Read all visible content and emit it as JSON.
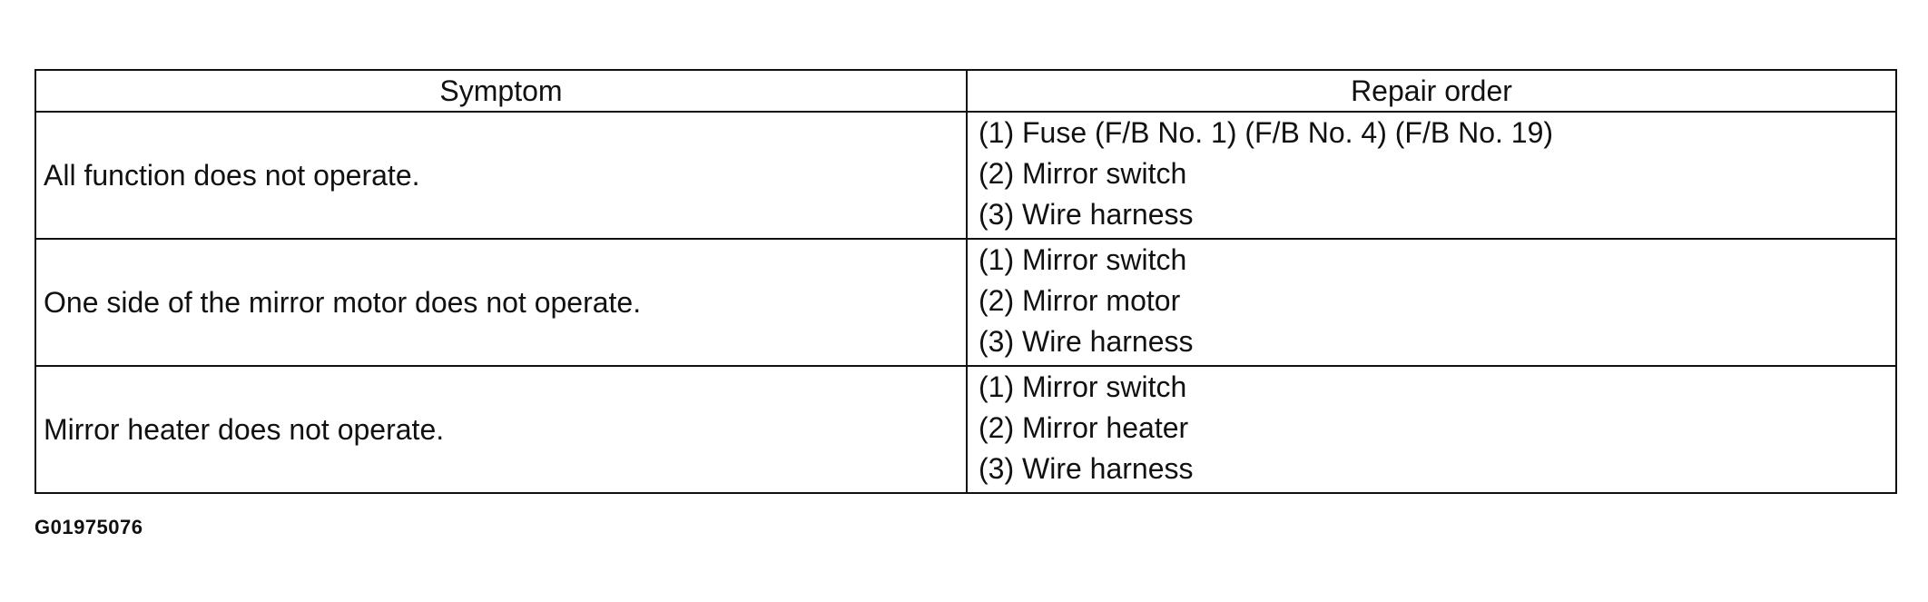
{
  "table": {
    "headers": {
      "symptom": "Symptom",
      "repair_order": "Repair order"
    },
    "rows": [
      {
        "symptom": "All function does not operate.",
        "repairs": [
          "(1) Fuse (F/B No. 1) (F/B No. 4) (F/B No. 19)",
          "(2) Mirror switch",
          "(3) Wire harness"
        ]
      },
      {
        "symptom": "One side of the mirror motor does not operate.",
        "repairs": [
          "(1) Mirror switch",
          "(2) Mirror motor",
          "(3) Wire harness"
        ]
      },
      {
        "symptom": "Mirror heater does not operate.",
        "repairs": [
          "(1) Mirror switch",
          "(2) Mirror heater",
          "(3) Wire harness"
        ]
      }
    ]
  },
  "figure_id": "G01975076"
}
